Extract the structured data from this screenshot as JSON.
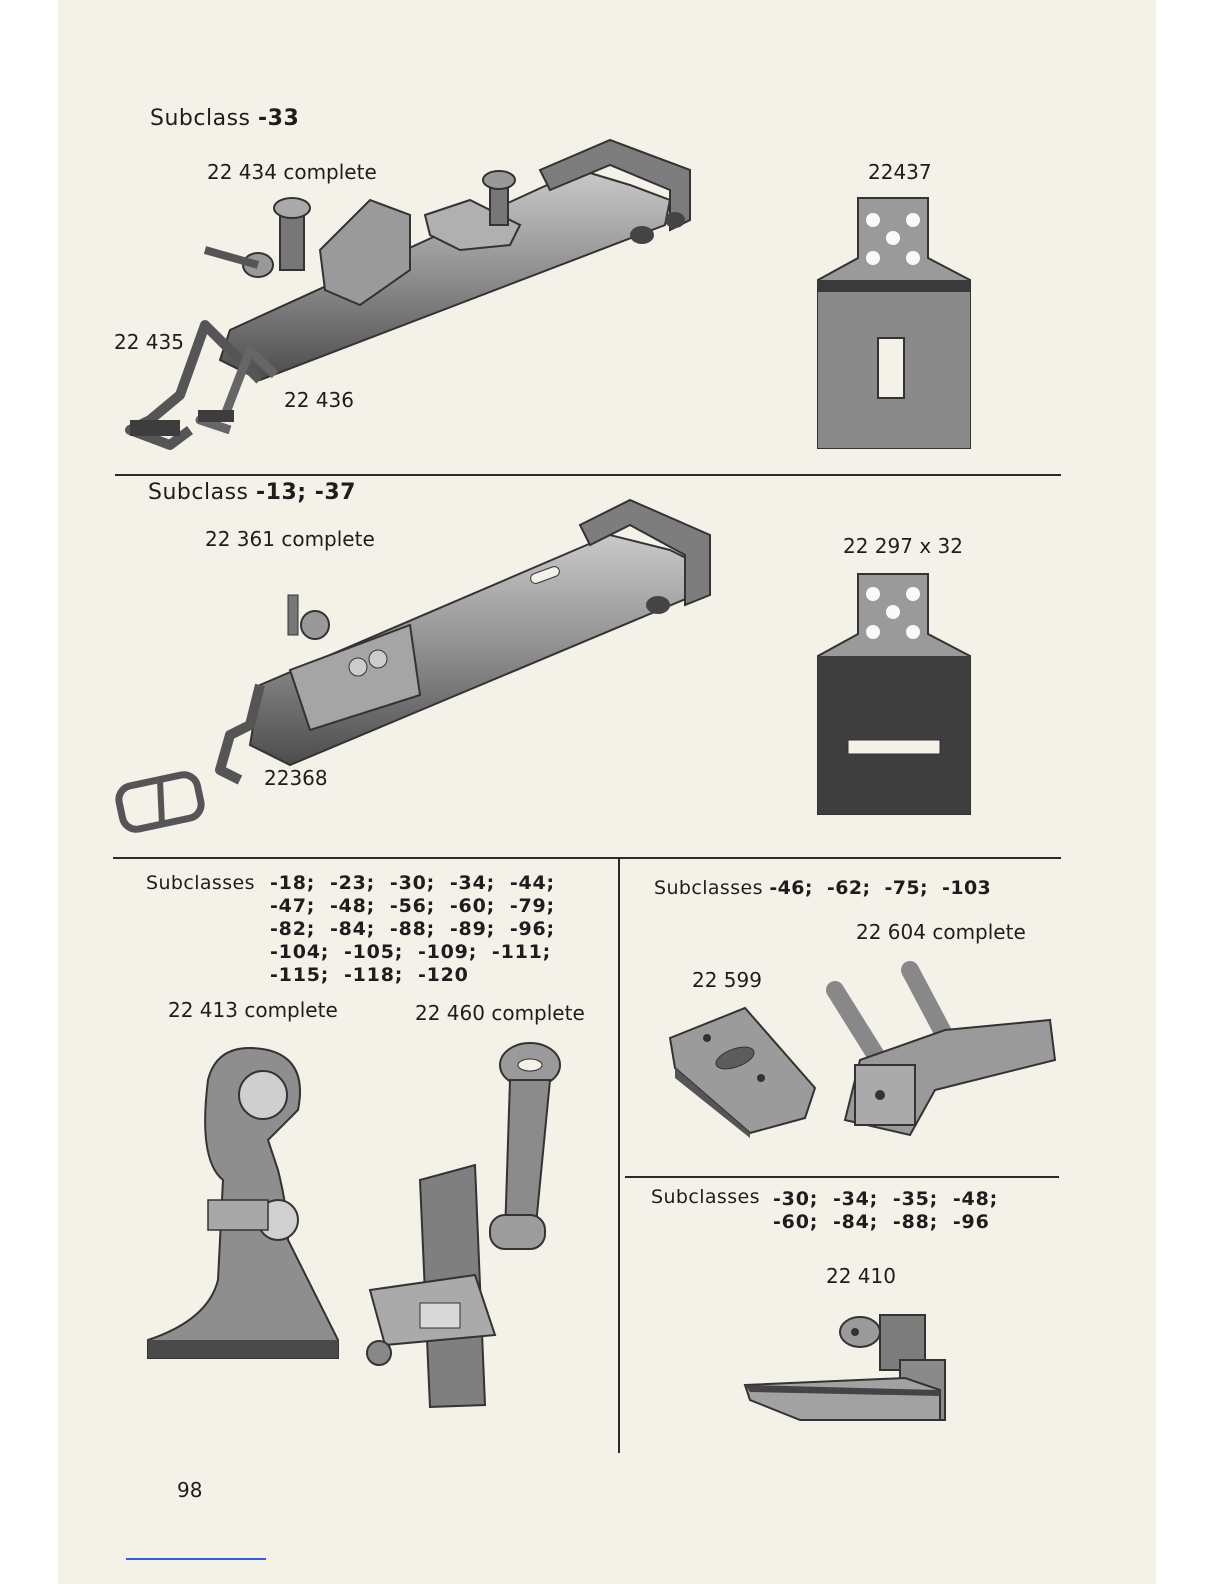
{
  "section1": {
    "prefix": "Subclass",
    "codes": "-33",
    "labels": {
      "complete": "22 434 complete",
      "plate": "22437",
      "left": "22 435",
      "lower": "22 436"
    }
  },
  "section2": {
    "prefix": "Subclass",
    "codes": "-13; -37",
    "labels": {
      "complete": "22 361 complete",
      "plate": "22 297 x 32",
      "lower": "22368"
    }
  },
  "section3": {
    "prefix": "Subclasses",
    "code_lines": [
      "-18;  -23;  -30;  -34;  -44;",
      "-47;  -48;  -56;  -60;  -79;",
      "-82;  -84;  -88;  -89;  -96;",
      "-104;  -105;  -109;  -111;",
      "-115;  -118;  -120"
    ],
    "labels": {
      "left": "22 413 complete",
      "right": "22 460 complete"
    }
  },
  "section4": {
    "prefix": "Subclasses",
    "codes": "-46;  -62;  -75;  -103",
    "labels": {
      "complete": "22 604 complete",
      "small": "22 599"
    }
  },
  "section5": {
    "prefix": "Subclasses",
    "code_lines": [
      "-30;  -34;  -35;  -48;",
      "-60;  -84;  -88;  -96"
    ],
    "labels": {
      "part": "22 410"
    }
  },
  "page_number": "98"
}
